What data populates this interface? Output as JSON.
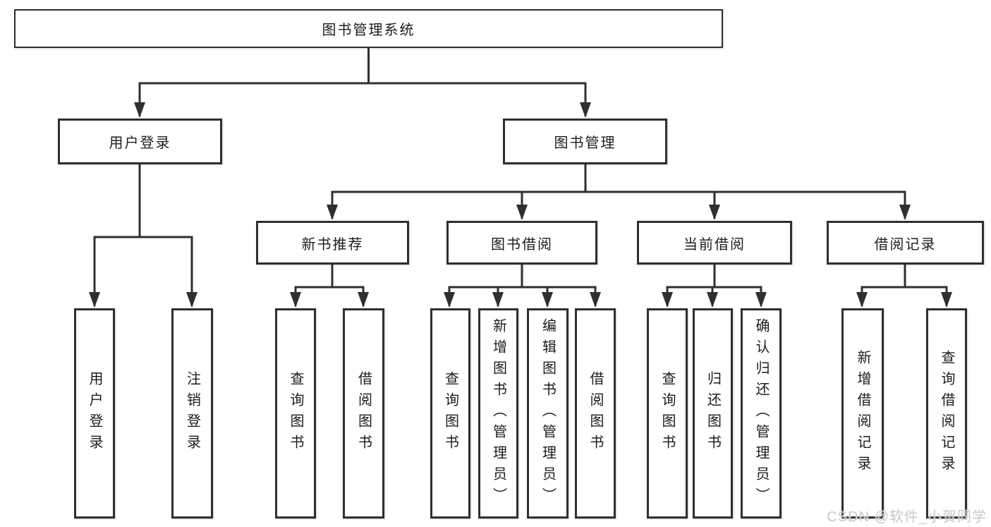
{
  "nodes": {
    "root": {
      "label": "图书管理系统"
    },
    "level2": [
      {
        "label": "用户登录"
      },
      {
        "label": "图书管理"
      }
    ],
    "level3": [
      {
        "label": "新书推荐"
      },
      {
        "label": "图书借阅"
      },
      {
        "label": "当前借阅"
      },
      {
        "label": "借阅记录"
      }
    ],
    "leaves": {
      "login": [
        {
          "label": "用户登录"
        },
        {
          "label": "注销登录"
        }
      ],
      "recommend": [
        {
          "label": "查询图书"
        },
        {
          "label": "借阅图书"
        }
      ],
      "borrow": [
        {
          "label": "查询图书"
        },
        {
          "label": "新增图书（管理员）"
        },
        {
          "label": "编辑图书（管理员）"
        },
        {
          "label": "借阅图书"
        }
      ],
      "current": [
        {
          "label": "查询图书"
        },
        {
          "label": "归还图书"
        },
        {
          "label": "确认归还（管理员）"
        }
      ],
      "records": [
        {
          "label": "新增借阅记录"
        },
        {
          "label": "查询借阅记录"
        }
      ]
    }
  },
  "watermark": {
    "text": "CSDN @软件_小贺同学"
  },
  "colors": {
    "line": "#2f2f2f",
    "box_border": "#2f2f2f",
    "text": "#1c1c1c",
    "background": "#ffffff",
    "watermark": "#c8c8c8"
  }
}
